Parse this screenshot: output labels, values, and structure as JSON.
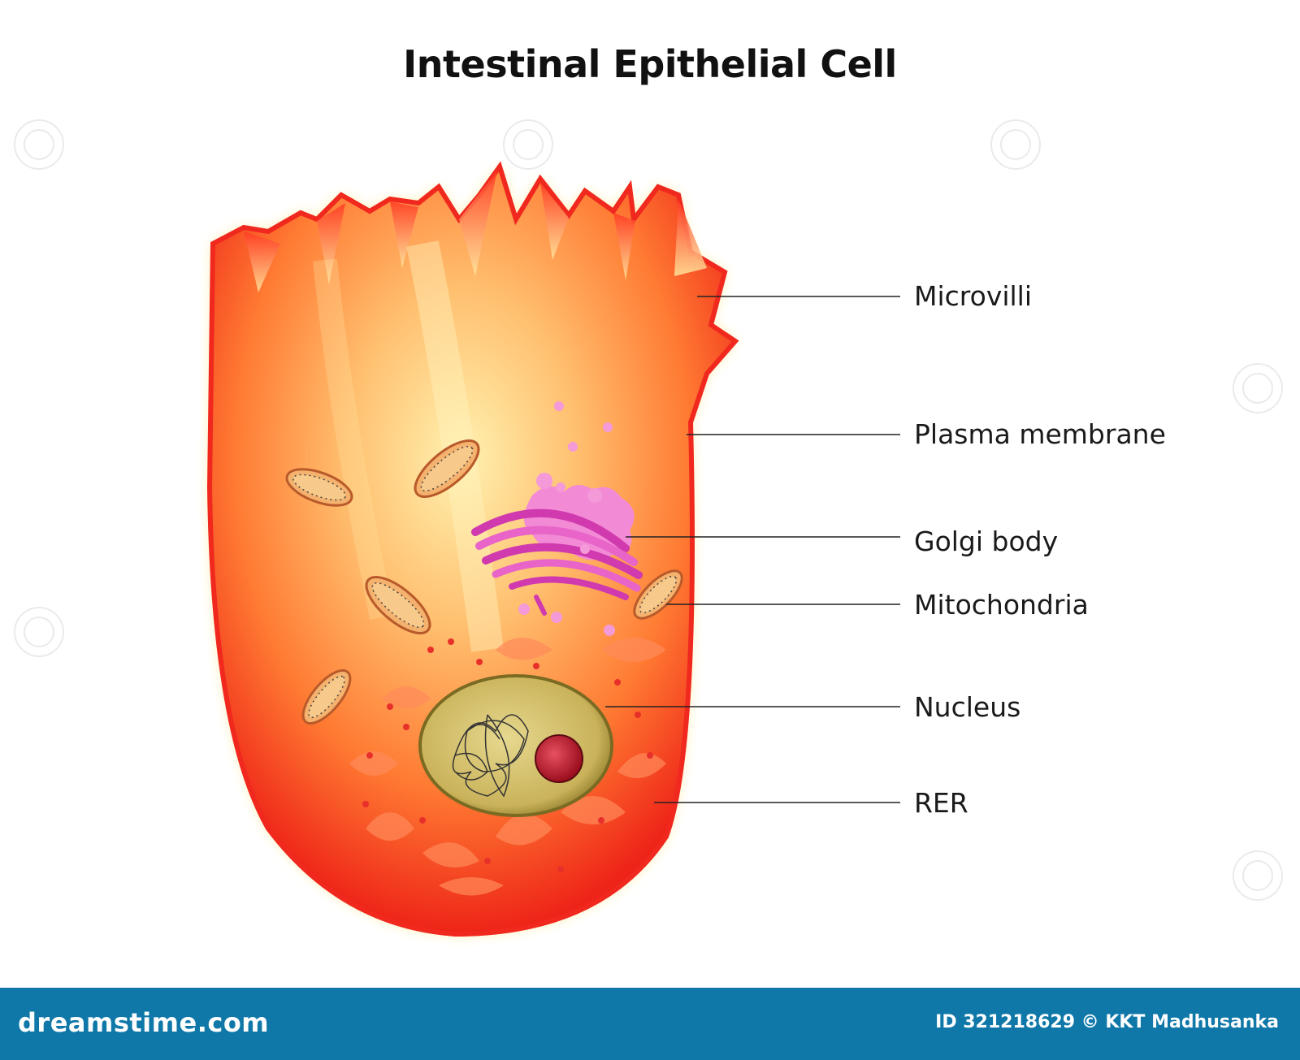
{
  "title": "Intestinal Epithelial Cell",
  "labels": [
    {
      "id": "microvilli",
      "text": "Microvilli"
    },
    {
      "id": "plasma-membrane",
      "text": "Plasma membrane"
    },
    {
      "id": "golgi-body",
      "text": "Golgi body"
    },
    {
      "id": "mitochondria",
      "text": "Mitochondria"
    },
    {
      "id": "nucleus",
      "text": "Nucleus"
    },
    {
      "id": "rer",
      "text": "RER"
    }
  ],
  "watermark": "dreamstime",
  "footer": {
    "site": "dreamstime.com",
    "credit": "ID 321218629 © KKT Madhusanka"
  },
  "colors": {
    "cell_outer": "#f0281e",
    "cell_inner": "#ffd89a",
    "golgi": "#e04fc0",
    "nucleus": "#d8c26a",
    "nucleolus": "#c0152a",
    "footer_bg": "#0f78a8"
  }
}
